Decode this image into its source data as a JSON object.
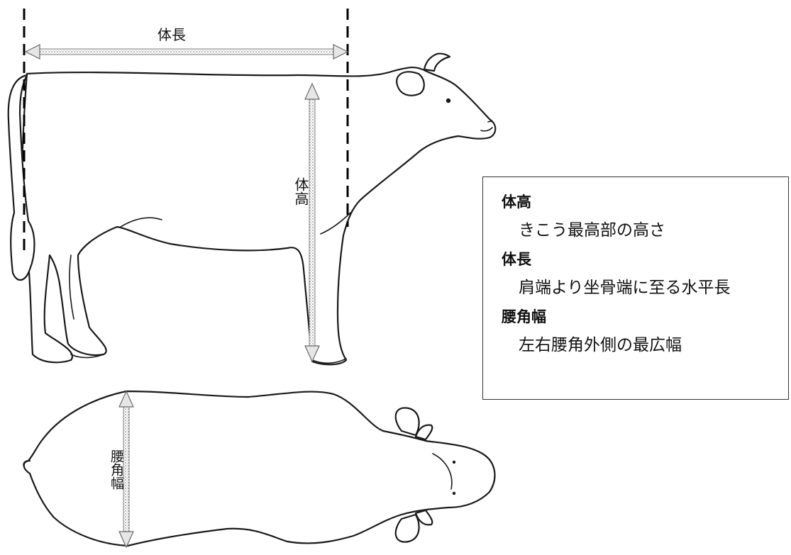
{
  "diagram": {
    "labels": {
      "body_length": "体長",
      "body_height": "体高",
      "hip_width": "腰角幅"
    }
  },
  "legend": {
    "items": [
      {
        "term": "体高",
        "definition": "きこう最高部の高さ"
      },
      {
        "term": "体長",
        "definition": "肩端より坐骨端に至る水平長"
      },
      {
        "term": "腰角幅",
        "definition": "左右腰角外側の最広幅"
      }
    ]
  }
}
